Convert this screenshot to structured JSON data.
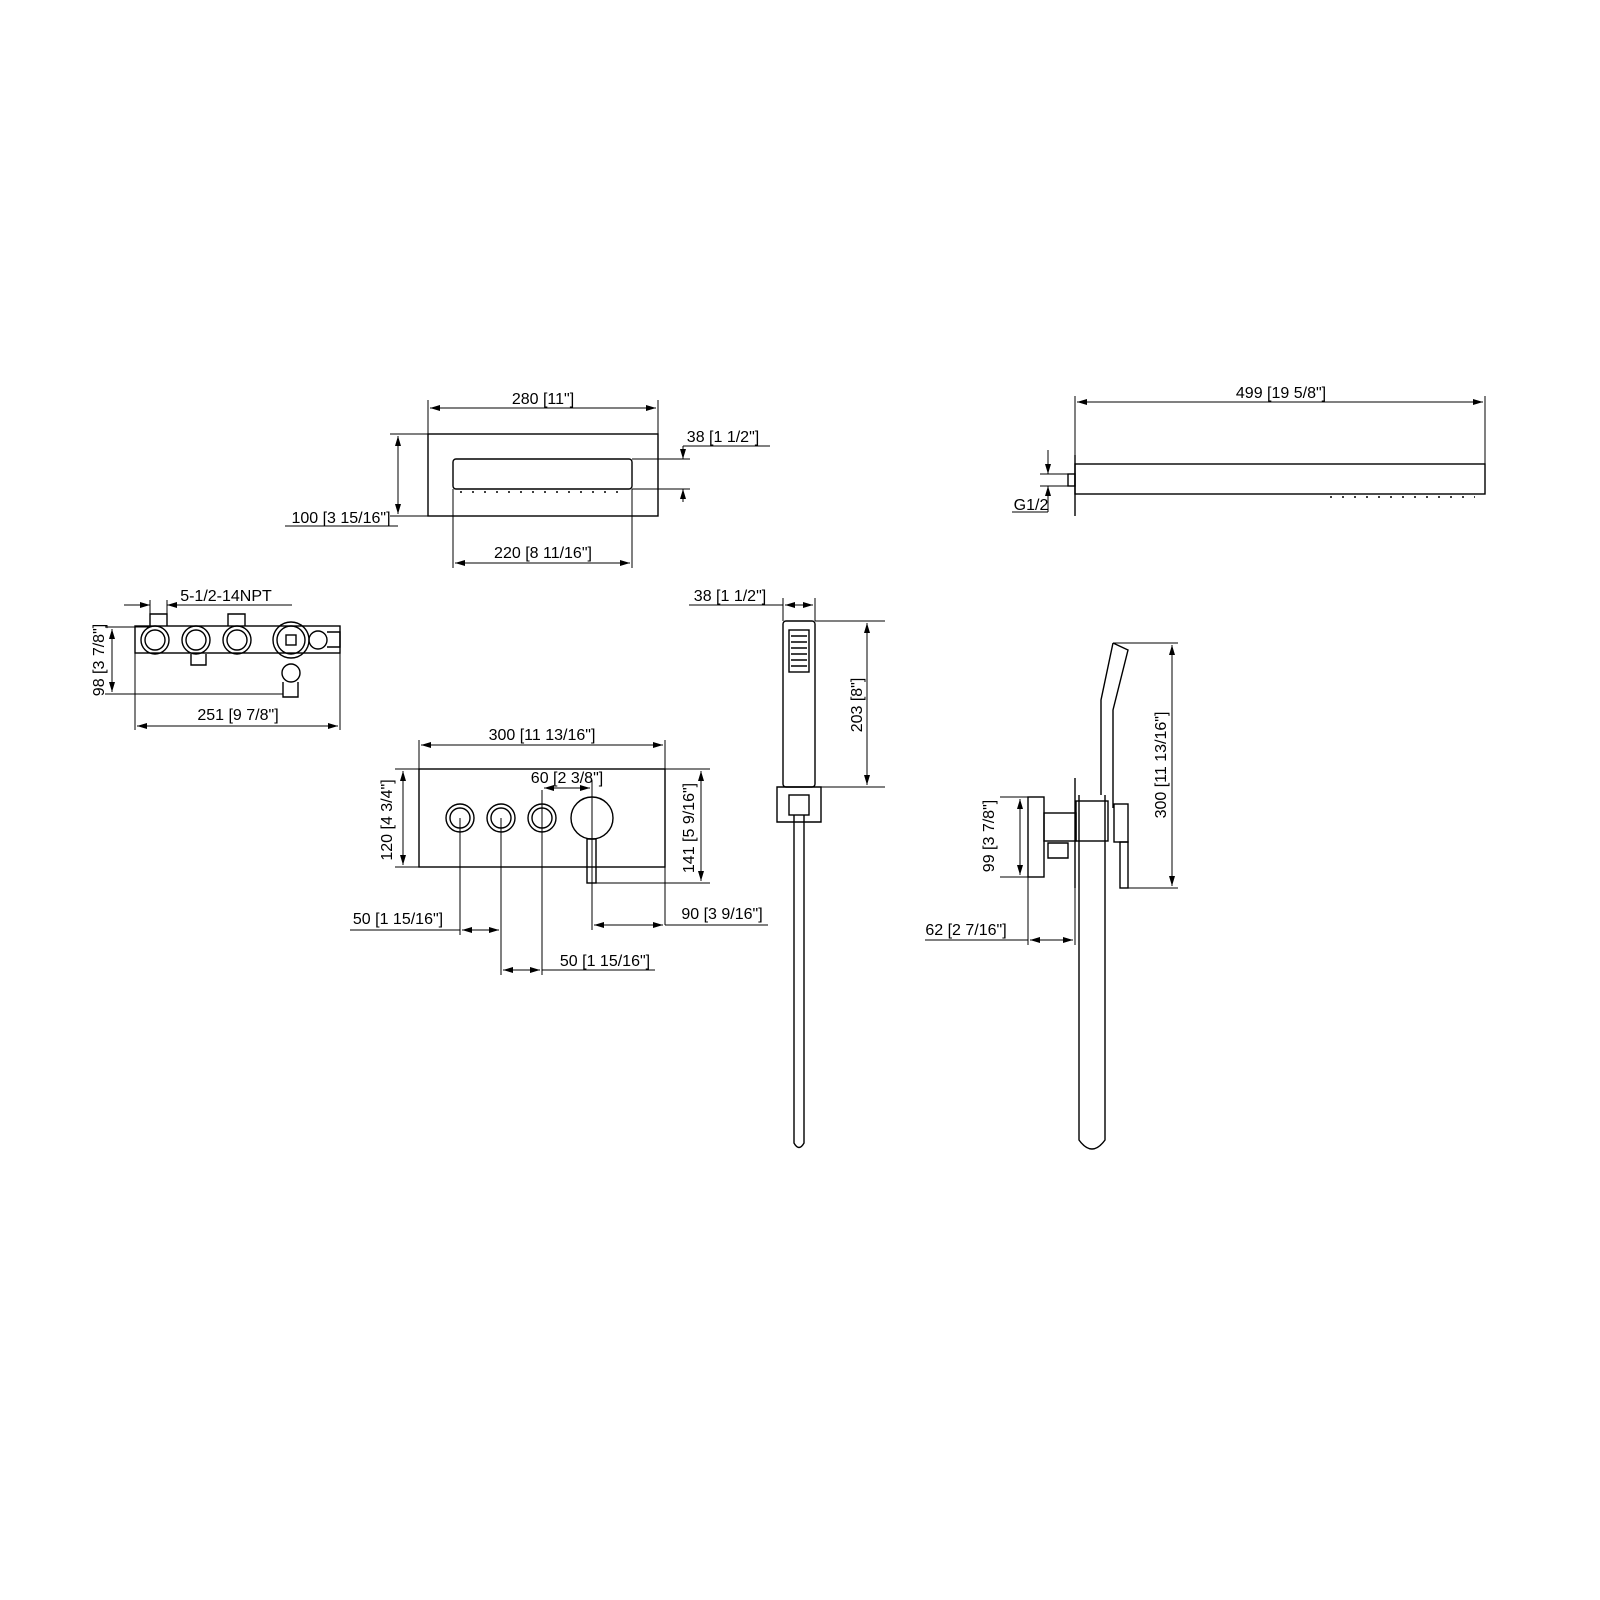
{
  "colors": {
    "line": "#000000",
    "background": "#ffffff"
  },
  "rain_head_plan": {
    "width_label": "280 [11\"]",
    "arm_label": "38 [1 1/2\"]",
    "depth_label": "100 [3 15/16\"]",
    "inner_width_label": "220 [8 11/16\"]"
  },
  "rain_head_side": {
    "length_label": "499 [19 5/8\"]",
    "thread_label": "G1/2"
  },
  "valve_body": {
    "thread_label": "5-1/2-14NPT",
    "height_label": "98 [3 7/8\"]",
    "width_label": "251 [9 7/8\"]"
  },
  "trim_plate": {
    "width_label": "300 [11 13/16\"]",
    "handle_spacing_label": "60 [2 3/8\"]",
    "height_label": "120 [4 3/4\"]",
    "total_height_label": "141 [5 9/16\"]",
    "button_spacing_label_1": "50 [1 15/16\"]",
    "handle_offset_label": "90 [3 9/16\"]",
    "button_spacing_label_2": "50 [1 15/16\"]"
  },
  "hand_shower_front": {
    "width_label": "38 [1 1/2\"]",
    "length_label": "203 [8\"]"
  },
  "hand_shower_side": {
    "height_label": "300 [11 13/16\"]",
    "valve_height_label": "99 [3 7/8\"]",
    "depth_label": "62 [2 7/16\"]"
  }
}
